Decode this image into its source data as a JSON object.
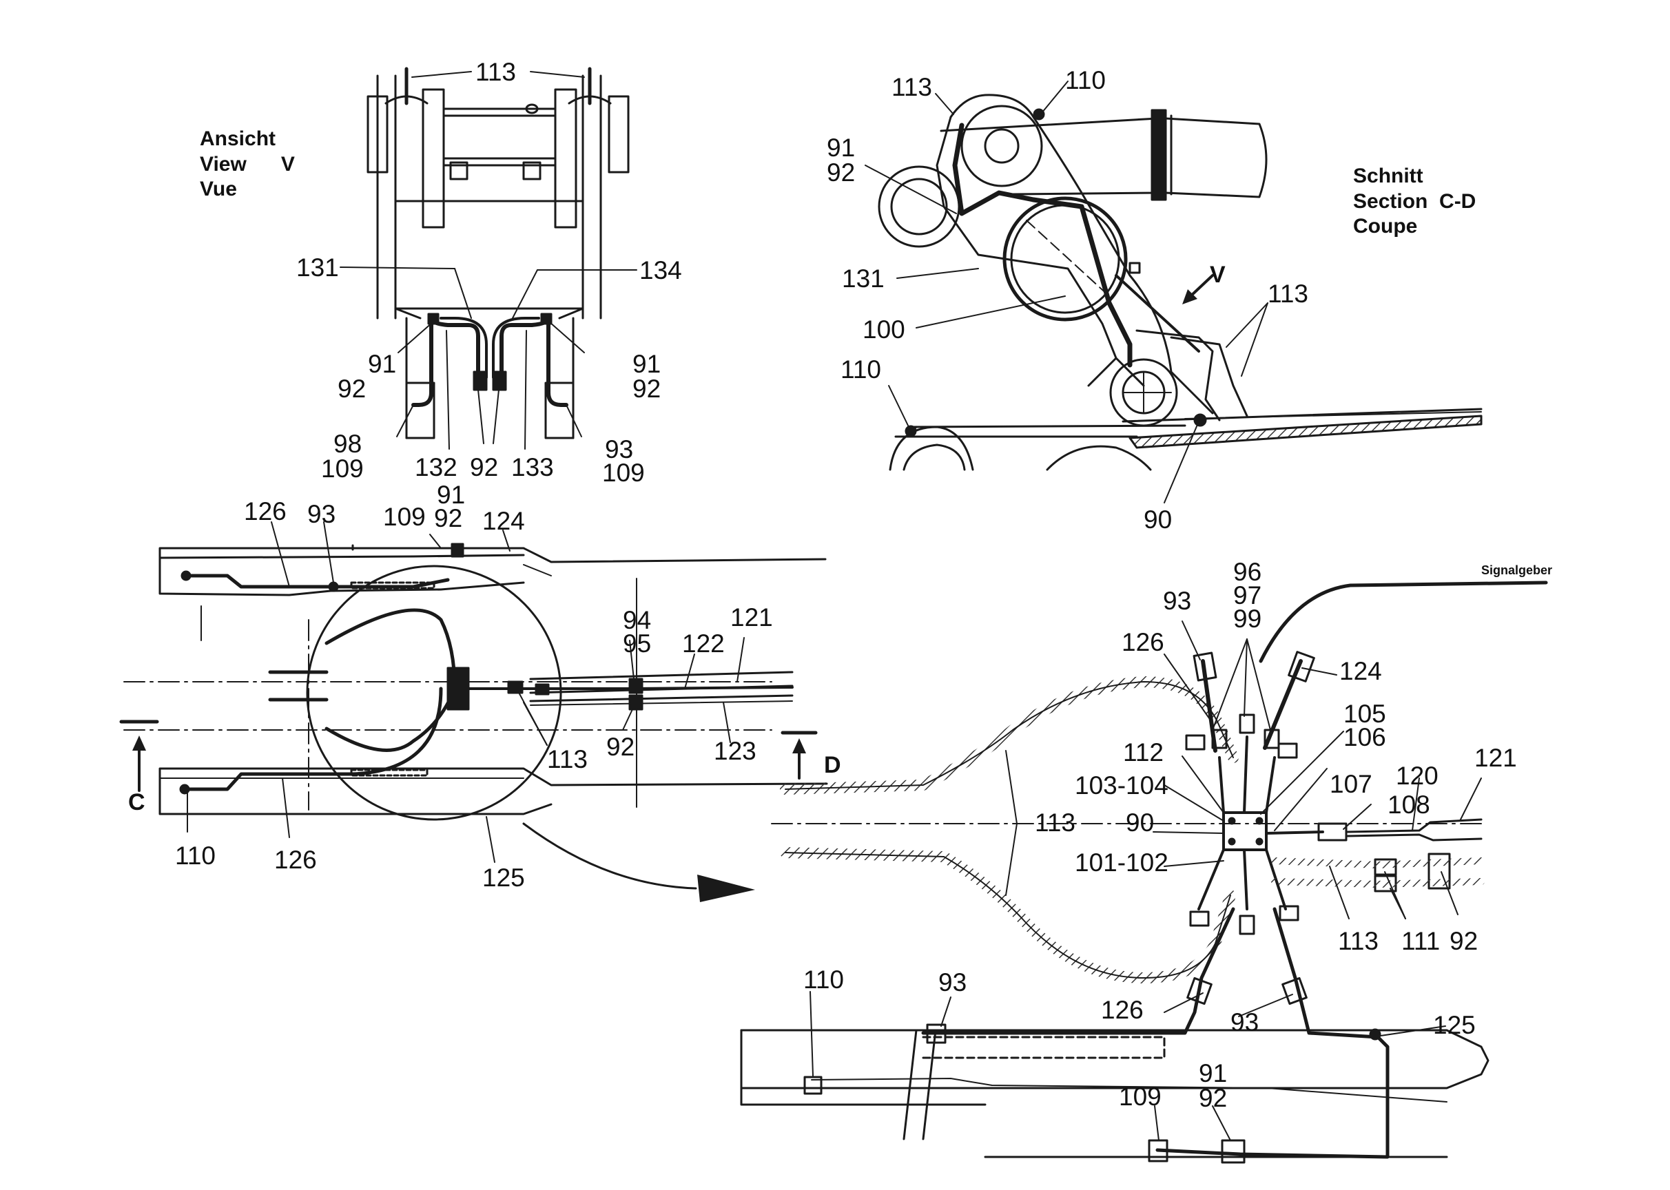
{
  "captions": {
    "view_v": [
      "Ansicht",
      "View      V",
      "Vue"
    ],
    "section_cd": [
      "Schnitt",
      "Section  C-D",
      "Coupe"
    ],
    "signal": "Signalgeber",
    "marker_c": "C",
    "marker_d": "D",
    "marker_v": "V"
  },
  "labels": {
    "tv_113": "113",
    "tv_131": "131",
    "tv_134": "134",
    "tv_91l": "91",
    "tv_92l": "92",
    "tv_91r": "91",
    "tv_92r": "92",
    "tv_98": "98",
    "tv_109l": "109",
    "tv_93": "93",
    "tv_109r": "109",
    "tv_132": "132",
    "tv_92c": "92",
    "tv_133": "133",
    "sc_113a": "113",
    "sc_110a": "110",
    "sc_91": "91",
    "sc_92": "92",
    "sc_131": "131",
    "sc_100": "100",
    "sc_113b": "113",
    "sc_110b": "110",
    "sc_90": "90",
    "pl_126a": "126",
    "pl_93": "93",
    "pl_109": "109",
    "pl_91": "91",
    "pl_92a": "92",
    "pl_124": "124",
    "pl_94": "94",
    "pl_95": "95",
    "pl_122": "122",
    "pl_121": "121",
    "pl_113": "113",
    "pl_92b": "92",
    "pl_123": "123",
    "pl_110": "110",
    "pl_126b": "126",
    "pl_125": "125",
    "dt_96": "96",
    "dt_97": "97",
    "dt_99": "99",
    "dt_93a": "93",
    "dt_126a": "126",
    "dt_124": "124",
    "dt_105": "105",
    "dt_106": "106",
    "dt_121": "121",
    "dt_112": "112",
    "dt_103": "103-104",
    "dt_107": "107",
    "dt_120": "120",
    "dt_108": "108",
    "dt_90": "90",
    "dt_113a": "113",
    "dt_101": "101-102",
    "dt_113b": "113",
    "dt_111": "111",
    "dt_92a": "92",
    "dt_110": "110",
    "dt_93b": "93",
    "dt_126b": "126",
    "dt_93c": "93",
    "dt_125": "125",
    "dt_91": "91",
    "dt_109": "109",
    "dt_92b": "92"
  }
}
